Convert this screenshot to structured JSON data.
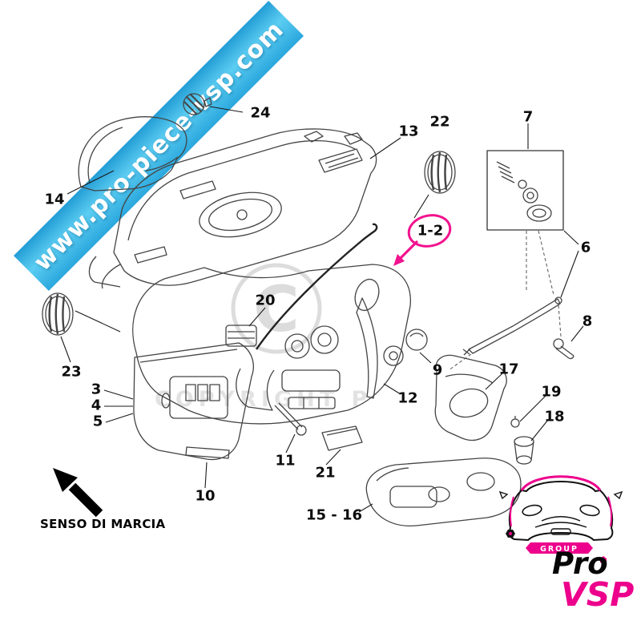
{
  "watermark": {
    "url": "www.pro-piece-vsp.com",
    "symbol": "C",
    "copyright_fragment": "COPYRIGHT P"
  },
  "direction_note": "SENSO DI MARCIA",
  "highlight": {
    "part": "1-2",
    "color": "#f2128e"
  },
  "parts": {
    "p1_2": "1-2",
    "p3": "3",
    "p4": "4",
    "p5": "5",
    "p6": "6",
    "p7": "7",
    "p8": "8",
    "p9": "9",
    "p10": "10",
    "p11": "11",
    "p12": "12",
    "p13": "13",
    "p14": "14",
    "p15_16": "15 - 16",
    "p17": "17",
    "p18": "18",
    "p19": "19",
    "p20": "20",
    "p21": "21",
    "p22": "22",
    "p23": "23",
    "p24": "24"
  },
  "logo": {
    "group": "GROUP",
    "pro": "Pro",
    "vsp": "VSP"
  },
  "colors": {
    "accent_pink": "#ec008c",
    "highlight_pink": "#f2128e",
    "ribbon_blue": "#2aa7dd",
    "line_art": "#444444",
    "watermark_gray": "#dcdcdc"
  }
}
